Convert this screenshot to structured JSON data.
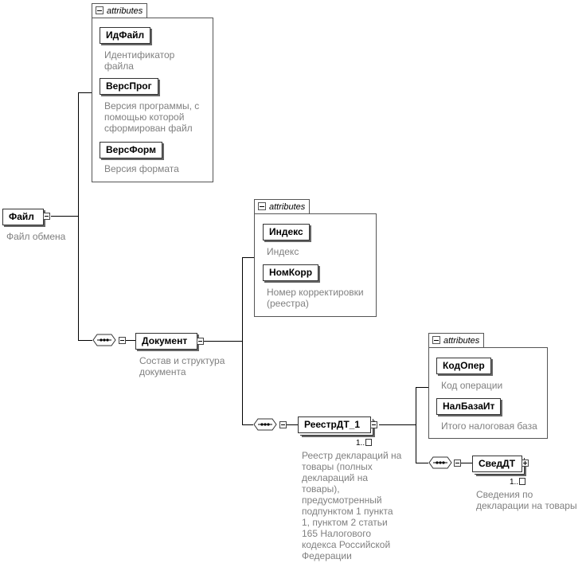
{
  "attributes_label": "attributes",
  "root": {
    "name": "Файл",
    "desc": "Файл обмена"
  },
  "root_attributes": [
    {
      "name": "ИдФайл",
      "desc": "Идентификатор\nфайла"
    },
    {
      "name": "ВерсПрог",
      "desc": "Версия программы, с\nпомощью которой\nсформирован файл"
    },
    {
      "name": "ВерсФорм",
      "desc": "Версия формата"
    }
  ],
  "document": {
    "name": "Документ",
    "desc": "Состав и структура\nдокумента"
  },
  "document_attributes": [
    {
      "name": "Индекс",
      "desc": "Индекс"
    },
    {
      "name": "НомКорр",
      "desc": "Номер корректировки\n(реестра)"
    }
  ],
  "registry": {
    "name": "РеестрДТ_1",
    "multiplicity": "1..",
    "desc": "Реестр деклараций на\nтовары (полных\nдеклараций на\nтовары),\nпредусмотренный\nподпунктом 1 пункта\n1, пунктом 2 статьи\n165 Налогового\nкодекса Российской\nФедерации"
  },
  "registry_attributes": [
    {
      "name": "КодОпер",
      "desc": "Код операции"
    },
    {
      "name": "НалБазаИт",
      "desc": "Итого налоговая база"
    }
  ],
  "decl": {
    "name": "СведДТ",
    "multiplicity": "1..",
    "desc": "Сведения по\nдекларации на товары"
  }
}
